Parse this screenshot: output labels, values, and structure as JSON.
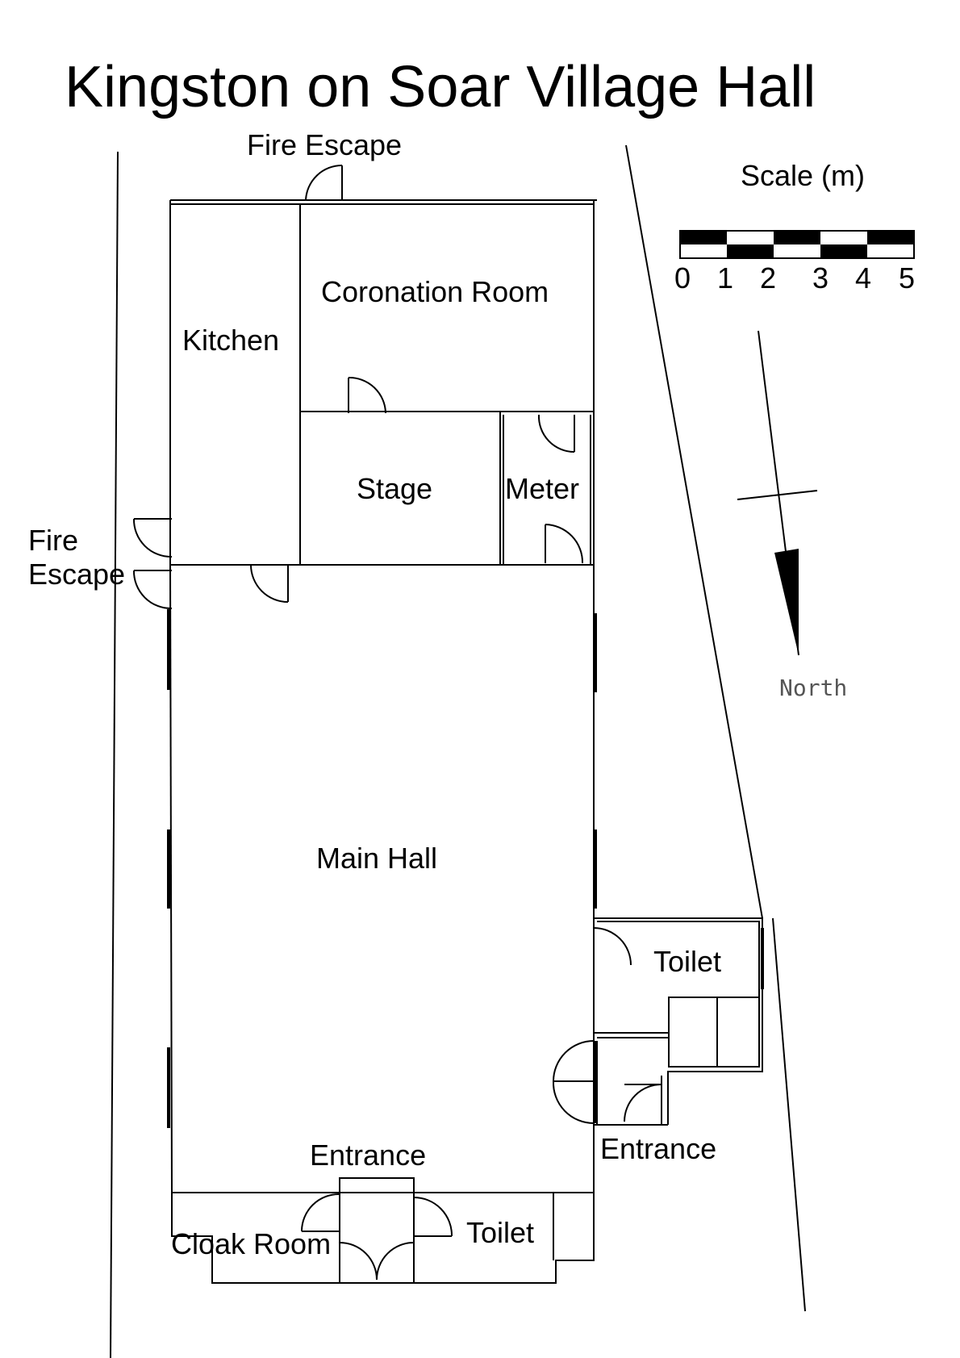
{
  "title": "Kingston on Soar  Village Hall",
  "scale": {
    "label": "Scale (m)",
    "ticks": [
      "0",
      "1",
      "2",
      "3",
      "4",
      "5"
    ]
  },
  "north": {
    "label": "North"
  },
  "rooms": {
    "coronation_room": "Coronation Room",
    "kitchen": "Kitchen",
    "stage": "Stage",
    "meter": "Meter",
    "main_hall": "Main Hall",
    "toilet_east": "Toilet",
    "toilet_south": "Toilet",
    "cloak_room": "Cloak Room"
  },
  "labels": {
    "fire_escape_north": "Fire Escape",
    "fire_escape_west_line1": "Fire",
    "fire_escape_west_line2": "Escape",
    "entrance_south": "Entrance",
    "entrance_east": "Entrance"
  }
}
